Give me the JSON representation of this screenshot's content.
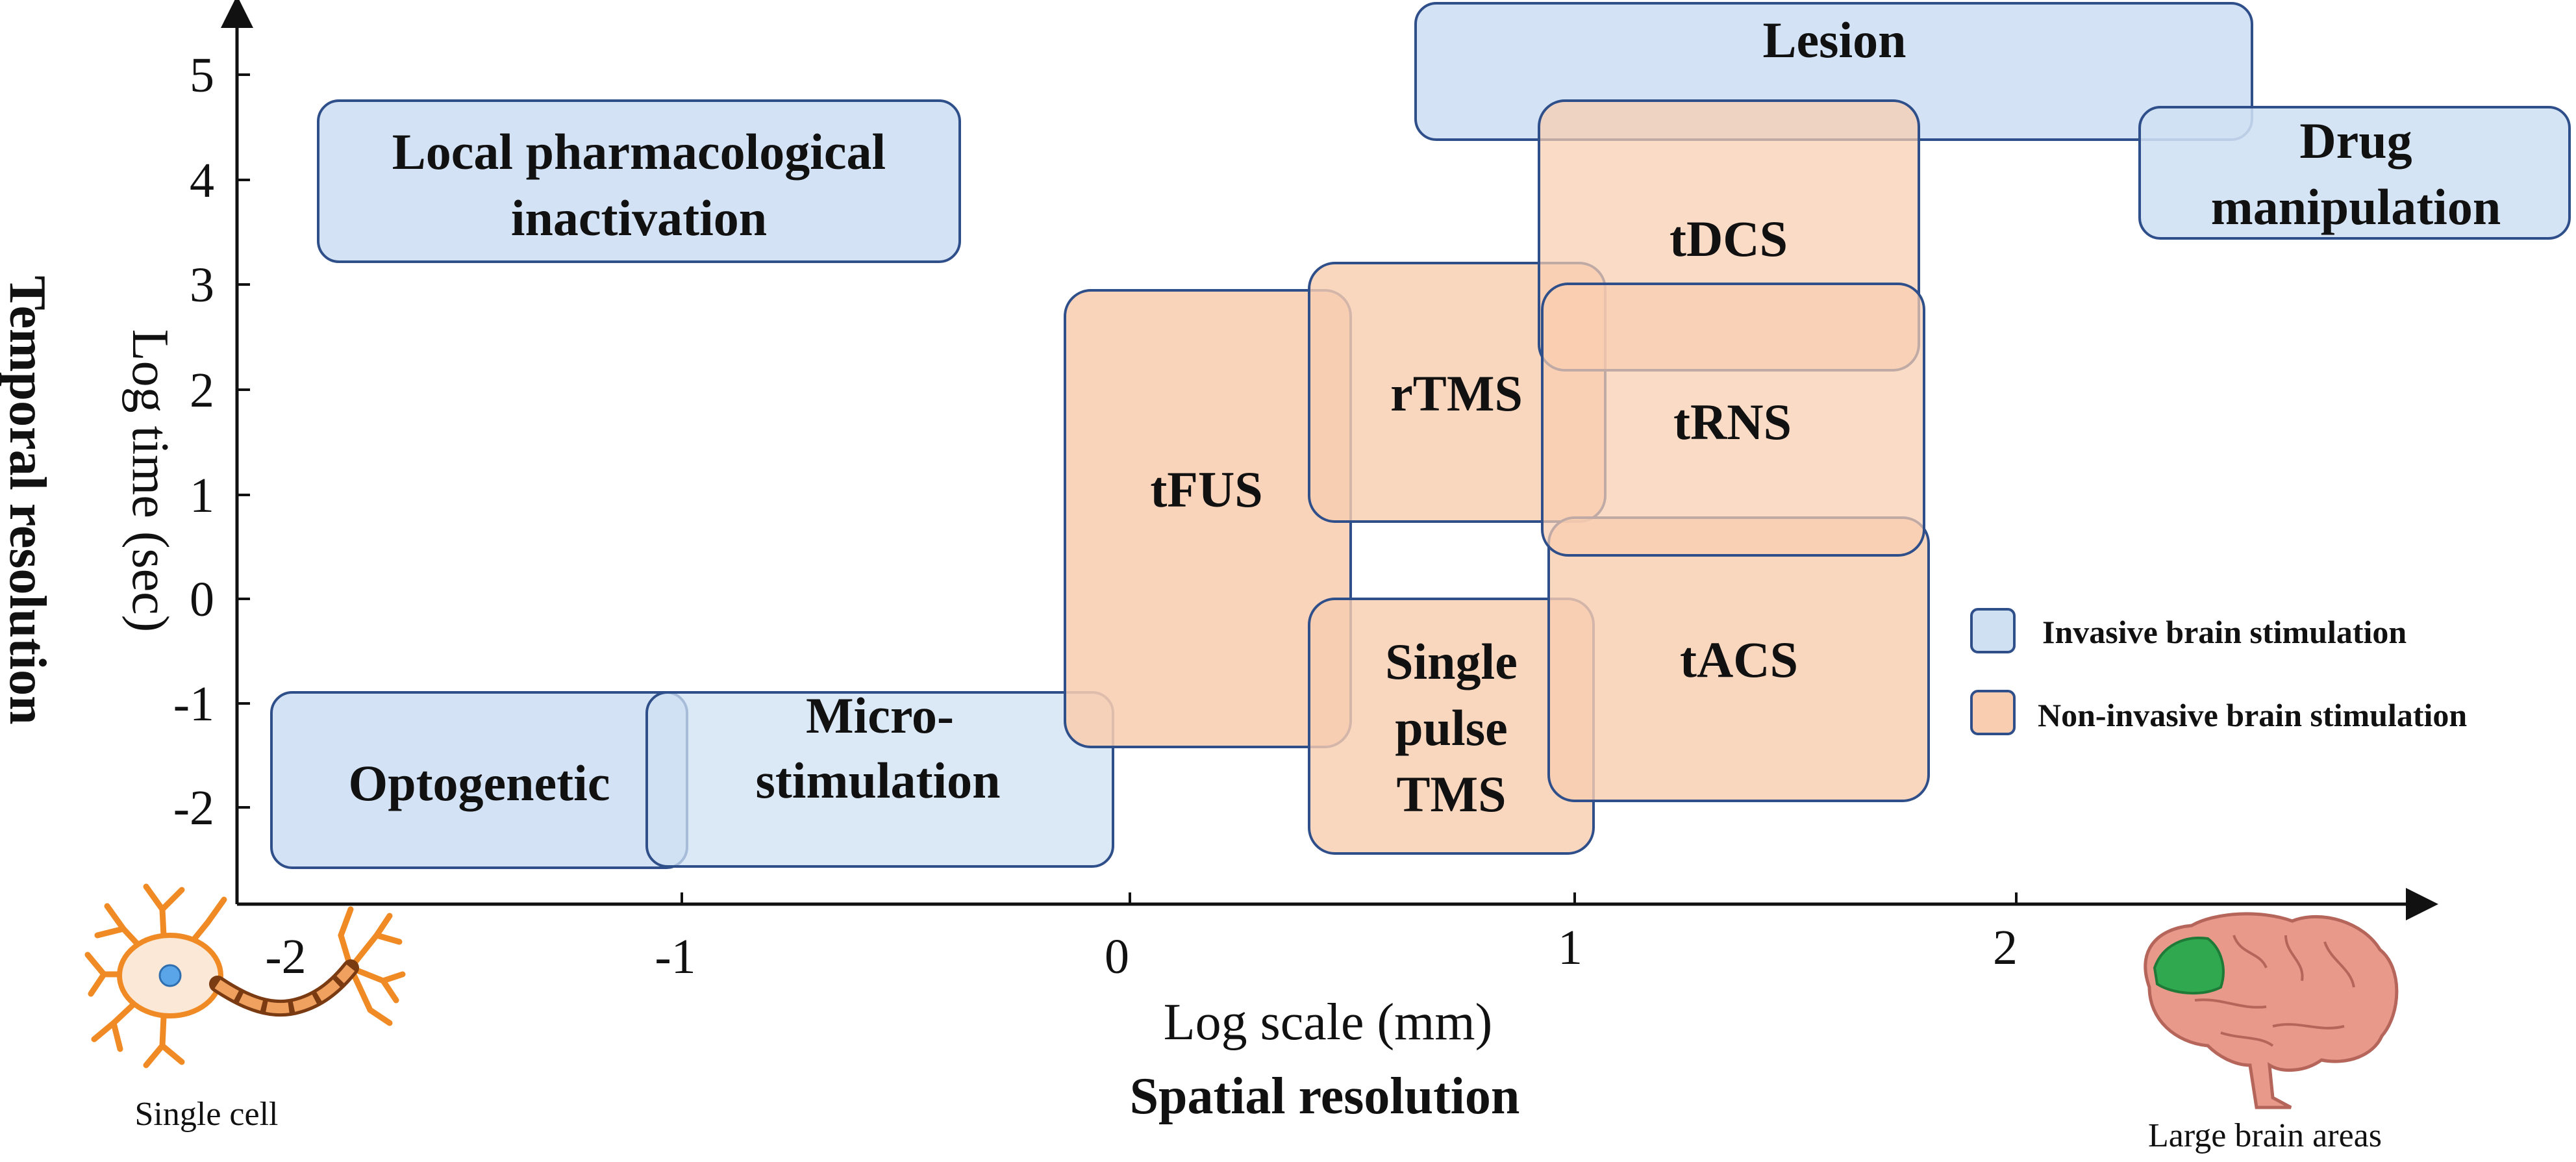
{
  "axes": {
    "x_ticks": [
      "-2",
      "-1",
      "0",
      "1",
      "2"
    ],
    "y_ticks": [
      "5",
      "4",
      "3",
      "2",
      "1",
      "0",
      "-1",
      "-2"
    ],
    "x_label": "Log scale (mm)",
    "x_title": "Spatial resolution",
    "y_label": "Log time (sec)",
    "y_title": "Temporal resolution"
  },
  "colors": {
    "invasive_fill": "#cfe0f3",
    "invasive_stroke": "#2f4f8a",
    "noninvasive_fill": "#f8cdb0",
    "noninvasive_stroke": "#2f4f8a"
  },
  "boxes": {
    "lesion": [
      "Lesion"
    ],
    "drug": [
      "Drug",
      "manipulation"
    ],
    "local_pharm": [
      "Local pharmacological",
      "inactivation"
    ],
    "tdcs": [
      "tDCS"
    ],
    "rtms": [
      "rTMS"
    ],
    "trns": [
      "tRNS"
    ],
    "tfus": [
      "tFUS"
    ],
    "tacs": [
      "tACS"
    ],
    "single_pulse": [
      "Single",
      "pulse",
      "TMS"
    ],
    "optogenetic": [
      "Optogenetic"
    ],
    "microstim": [
      "Micro-",
      "stimulation"
    ]
  },
  "legend": {
    "invasive": "Invasive brain stimulation",
    "noninvasive": "Non-invasive brain stimulation"
  },
  "captions": {
    "left": "Single cell",
    "right": "Large brain areas"
  }
}
